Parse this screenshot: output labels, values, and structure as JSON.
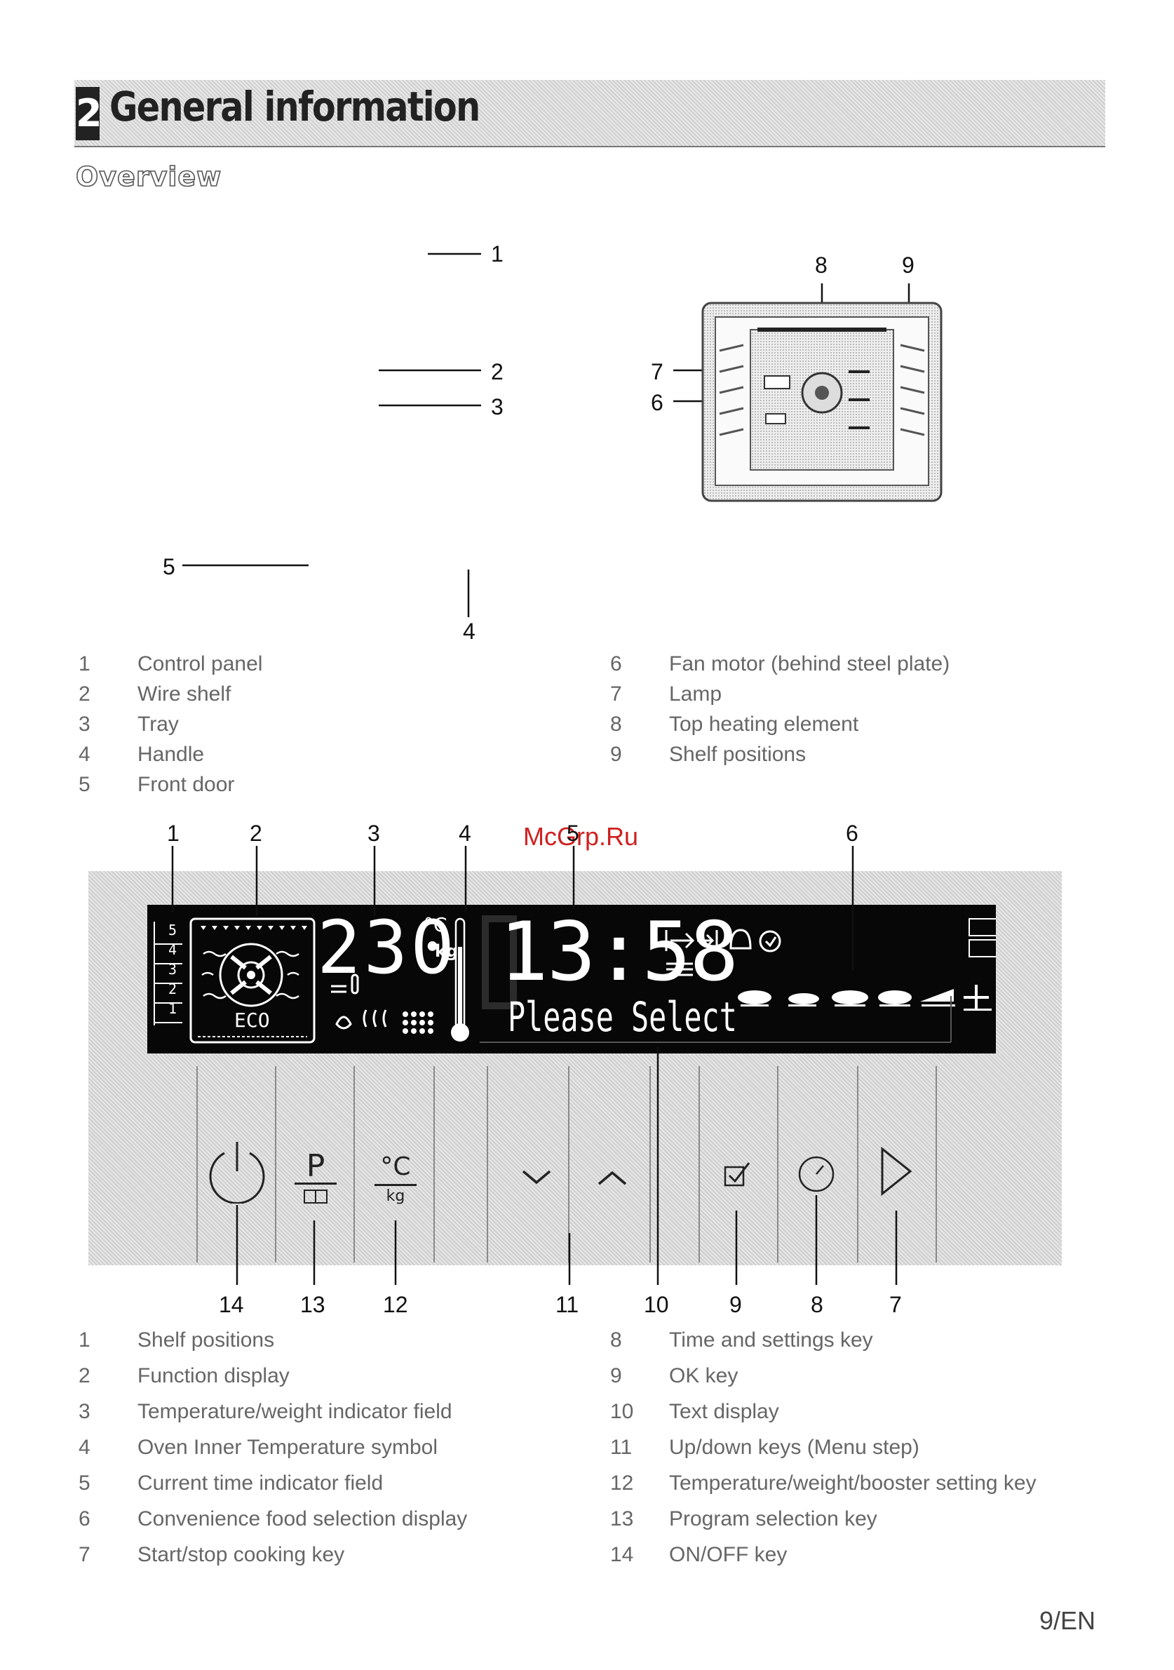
{
  "chapter": {
    "number": "2",
    "title": "General information"
  },
  "section": {
    "title": "Overview"
  },
  "oven_callouts": [
    "1",
    "2",
    "3",
    "4",
    "5"
  ],
  "cavity_callouts": [
    "6",
    "7",
    "8",
    "9"
  ],
  "oven_legend": {
    "left": [
      {
        "num": "1",
        "text": "Control panel"
      },
      {
        "num": "2",
        "text": "Wire shelf"
      },
      {
        "num": "3",
        "text": "Tray"
      },
      {
        "num": "4",
        "text": "Handle"
      },
      {
        "num": "5",
        "text": "Front door"
      }
    ],
    "right": [
      {
        "num": "6",
        "text": "Fan motor (behind steel plate)"
      },
      {
        "num": "7",
        "text": "Lamp"
      },
      {
        "num": "8",
        "text": "Top heating element"
      },
      {
        "num": "9",
        "text": "Shelf positions"
      }
    ]
  },
  "watermark": "McGrp.Ru",
  "panel_top_callouts": [
    "1",
    "2",
    "3",
    "4",
    "5",
    "6"
  ],
  "panel_bottom_callouts": [
    "14",
    "13",
    "12",
    "11",
    "10",
    "9",
    "8",
    "7"
  ],
  "lcd": {
    "shelf_levels": [
      "5",
      "4",
      "3",
      "2",
      "1"
    ],
    "function_label": "ECO",
    "temperature": "230",
    "temp_unit": "°C",
    "weight_unit": "kg",
    "time": "13:58",
    "text_display": "Please Select"
  },
  "keys": {
    "program_label": "P",
    "temp_label": "°C",
    "weight_label": "kg"
  },
  "panel_legend": {
    "left": [
      {
        "num": "1",
        "text": "Shelf positions"
      },
      {
        "num": "2",
        "text": "Function display"
      },
      {
        "num": "3",
        "text": "Temperature/weight indicator field"
      },
      {
        "num": "4",
        "text": "Oven Inner Temperature symbol"
      },
      {
        "num": "5",
        "text": "Current time indicator field"
      },
      {
        "num": "6",
        "text": "Convenience food selection display"
      },
      {
        "num": "7",
        "text": "Start/stop cooking key"
      }
    ],
    "right": [
      {
        "num": "8",
        "text": "Time and settings key"
      },
      {
        "num": "9",
        "text": "OK key"
      },
      {
        "num": "10",
        "text": "Text display"
      },
      {
        "num": "11",
        "text": "Up/down keys (Menu step)"
      },
      {
        "num": "12",
        "text": "Temperature/weight/booster setting key"
      },
      {
        "num": "13",
        "text": "Program selection key"
      },
      {
        "num": "14",
        "text": "ON/OFF key"
      }
    ]
  },
  "page_number": "9/EN",
  "colors": {
    "watermark": "#d02020",
    "lcd_bg": "#070707",
    "lcd_fg": "#ffffff"
  }
}
